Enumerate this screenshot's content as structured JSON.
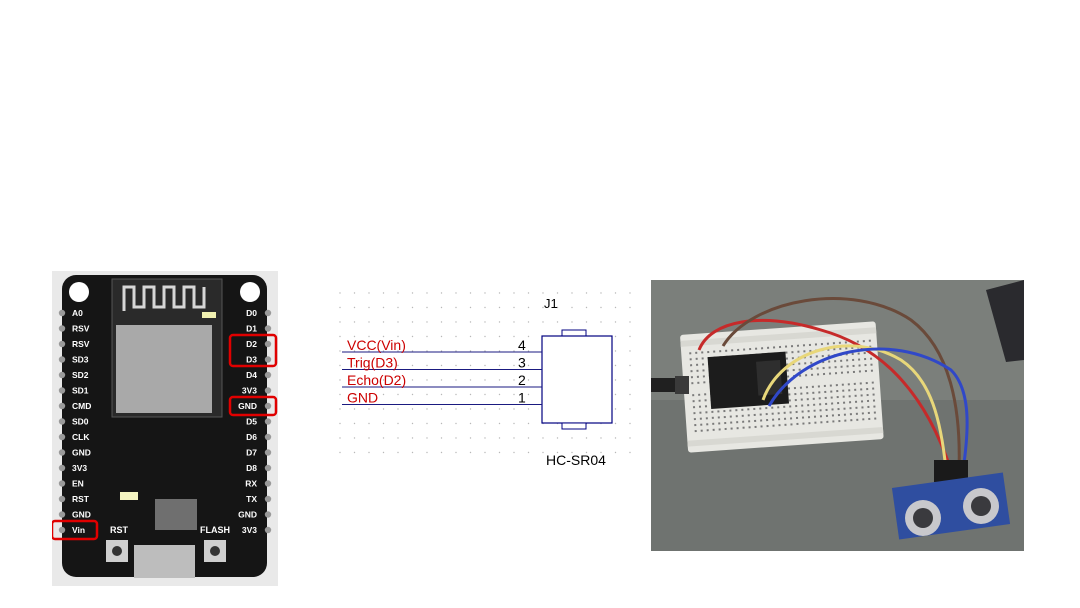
{
  "board": {
    "left_pins": [
      "A0",
      "RSV",
      "RSV",
      "SD3",
      "SD2",
      "SD1",
      "CMD",
      "SD0",
      "CLK",
      "GND",
      "3V3",
      "EN",
      "RST",
      "GND",
      "Vin"
    ],
    "right_pins": [
      "D0",
      "D1",
      "D2",
      "D3",
      "D4",
      "3V3",
      "GND",
      "D5",
      "D6",
      "D7",
      "D8",
      "RX",
      "TX",
      "GND",
      "3V3"
    ],
    "rst_label": "RST",
    "flash_label": "FLASH",
    "highlight_color": "#e00000"
  },
  "schematic": {
    "ref": "J1",
    "part": "HC-SR04",
    "pins": [
      {
        "label": "VCC(Vin)",
        "number": "4"
      },
      {
        "label": "Trig(D3)",
        "number": "3"
      },
      {
        "label": "Echo(D2)",
        "number": "2"
      },
      {
        "label": "GND",
        "number": "1"
      }
    ],
    "label_color": "#cc0000",
    "ref_color": "#0000aa"
  },
  "photo": {
    "wire_colors": [
      "#c62a2a",
      "#6a4a3a",
      "#e8d77a",
      "#3048c8"
    ]
  }
}
